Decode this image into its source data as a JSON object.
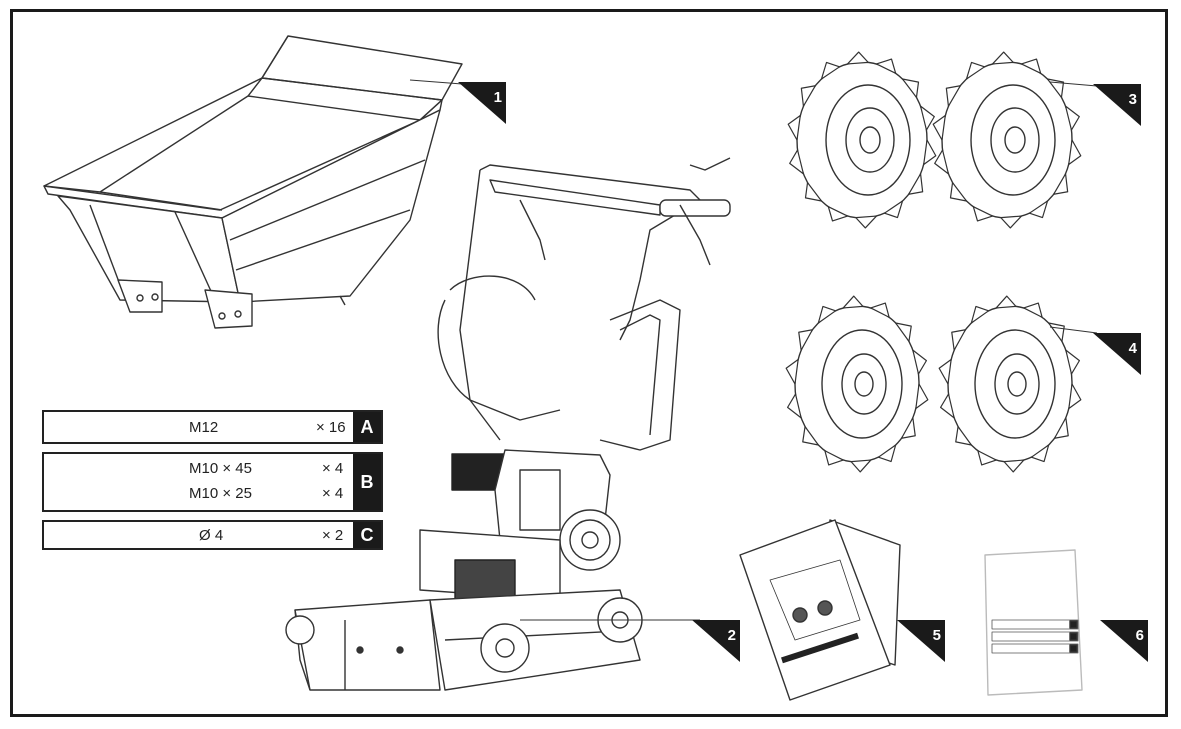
{
  "callouts": {
    "c1": "1",
    "c2": "2",
    "c3": "3",
    "c4": "4",
    "c5": "5",
    "c6": "6"
  },
  "hardware": {
    "a": {
      "size": "M12",
      "qty": "× 16",
      "letter": "A"
    },
    "b": {
      "size1": "M10 × 45",
      "qty1": "× 4",
      "size2": "M10 × 25",
      "qty2": "× 4",
      "letter": "B"
    },
    "c": {
      "size": "Ø 4",
      "qty": "× 2",
      "letter": "C"
    }
  },
  "manual": {
    "title": "Powered Wheelbarrow"
  },
  "colors": {
    "ink": "#1a1a1a",
    "line": "#333333",
    "paper": "#ffffff"
  }
}
